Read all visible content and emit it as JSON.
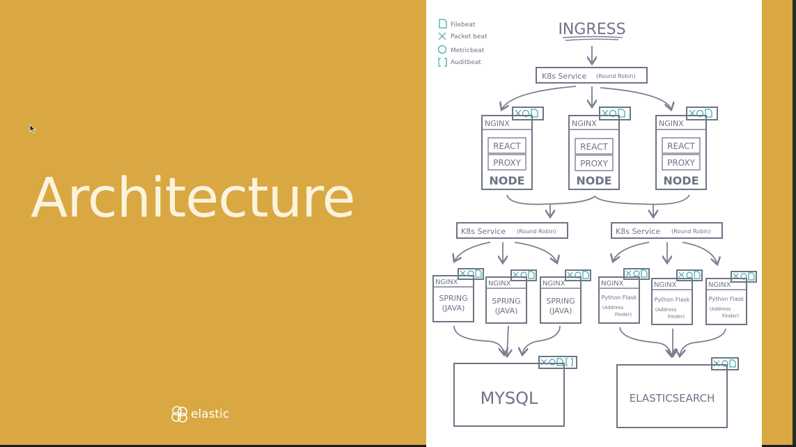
{
  "slide": {
    "title": "Architecture",
    "logo_text": "elastic"
  },
  "colors": {
    "background": "#d9a843",
    "title": "#fbf3dc",
    "diagram_ink": "#6e7385",
    "beat_icon": "#3aa7a7"
  },
  "diagram": {
    "legend": [
      {
        "icon": "file-icon",
        "label": "Filebeat"
      },
      {
        "icon": "cross-icon",
        "label": "Packet beat"
      },
      {
        "icon": "gauge-icon",
        "label": "Metricbeat"
      },
      {
        "icon": "bracket-icon",
        "label": "Auditbeat"
      }
    ],
    "ingress": "INGRESS",
    "k8s_service": "K8s Service",
    "round_robin": "(Round Robin)",
    "frontend_nodes": [
      {
        "nginx": "NGINX",
        "react": "REACT",
        "proxy": "PROXY",
        "node": "NODE"
      },
      {
        "nginx": "NGINX",
        "react": "REACT",
        "proxy": "PROXY",
        "node": "NODE"
      },
      {
        "nginx": "NGINX",
        "react": "REACT",
        "proxy": "PROXY",
        "node": "NODE"
      }
    ],
    "spring_services": [
      {
        "nginx": "NGINX",
        "line1": "SPRING",
        "line2": "(JAVA)"
      },
      {
        "nginx": "NGINX",
        "line1": "SPRING",
        "line2": "(JAVA)"
      },
      {
        "nginx": "NGINX",
        "line1": "SPRING",
        "line2": "(JAVA)"
      }
    ],
    "flask_services": [
      {
        "nginx": "NGINX",
        "line1": "Python Flask",
        "line2": "(Address",
        "line3": "Finder)"
      },
      {
        "nginx": "NGINX",
        "line1": "Python Flask",
        "line2": "(Address",
        "line3": "Finder)"
      },
      {
        "nginx": "NGINX",
        "line1": "Python Flask",
        "line2": "(Address",
        "line3": "Finder)"
      }
    ],
    "mysql": "MYSQL",
    "elasticsearch": "ELASTICSEARCH"
  }
}
